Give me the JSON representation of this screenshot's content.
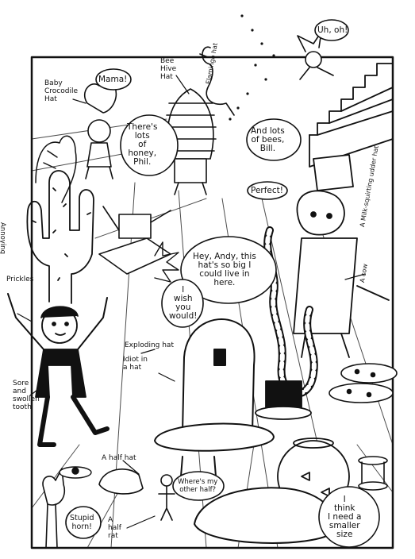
{
  "bubbles": {
    "mama": "Mama!",
    "uh_oh": "Uh, oh!",
    "honey": "There's\nlots\nof\nhoney,\nPhil.",
    "bees": "And lots\nof bees,\nBill.",
    "perfect": "Perfect!",
    "hey_andy": "Hey, Andy, this\nhat's so big I\ncould live in\nhere.",
    "i_wish": "I\nwish\nyou\nwould!",
    "other_half": "Where's my\nother half?",
    "stupid_horn": "Stupid\nhorn!",
    "smaller_size": "I\nthink\nI need a\nsmaller\nsize"
  },
  "labels": {
    "baby_croc": "Baby\nCrocodile\nHat",
    "bee_hive": "Bee\nHive\nHat",
    "flamingo": "Flamingo\nhat",
    "cactus": "Annoying\nCactus Hat",
    "prickles": "Prickles",
    "exploding": "Exploding hat",
    "idiot": "Idiot in\na hat",
    "sore_tooth": "Sore\nand\nswollen\ntooth",
    "half_hat": "A half hat",
    "a_half_rat": "A\nhalf\nrat",
    "milk_udder": "A Milk-squirting udder hat",
    "a_cow": "A cow"
  }
}
